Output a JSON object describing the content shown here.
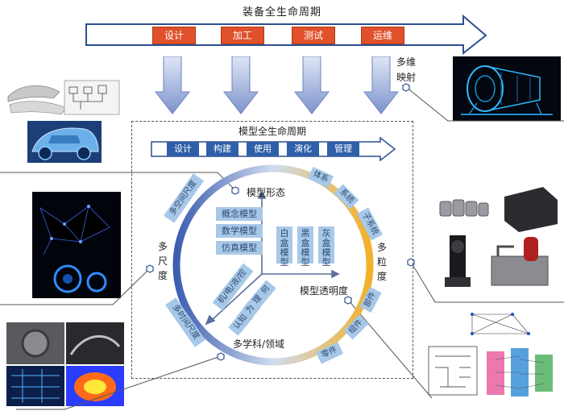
{
  "equipment_lifecycle": {
    "title": "装备全生命周期",
    "stages": [
      "设计",
      "加工",
      "测试",
      "运维"
    ]
  },
  "mapping_label": [
    "多维",
    "映射"
  ],
  "model_lifecycle": {
    "title": "模型全生命周期",
    "stages": [
      "设计",
      "构建",
      "使用",
      "演化",
      "管理"
    ]
  },
  "axes": {
    "form": "模型形态",
    "transparency": "模型透明度",
    "discipline": "多学科/领域"
  },
  "ring_labels": {
    "scale": [
      "多",
      "尺",
      "度"
    ],
    "granularity": [
      "多",
      "粒",
      "度"
    ]
  },
  "form_types": [
    "概念模型",
    "数学模型",
    "仿真模型"
  ],
  "transparency_types": [
    [
      "白",
      "盒",
      "模",
      "型"
    ],
    [
      "黑",
      "盒",
      "模",
      "型"
    ],
    [
      "灰",
      "盒",
      "模",
      "型"
    ]
  ],
  "discipline_types": [
    "机/电/液/控",
    "几何",
    "物理",
    "行为",
    "认知"
  ],
  "ring_chips": {
    "left_top": "多空间尺度",
    "left_bottom": "多时间尺度",
    "right": [
      "体系",
      "系统",
      "子系统",
      "部件",
      "组件",
      "零件"
    ]
  },
  "colors": {
    "stage_red": "#e0502a",
    "model_blue": "#2f5fa8",
    "chip_blue": "#a8c8e8",
    "ring_blue": "#4a6fb8",
    "ring_gold": "#f0b030"
  }
}
